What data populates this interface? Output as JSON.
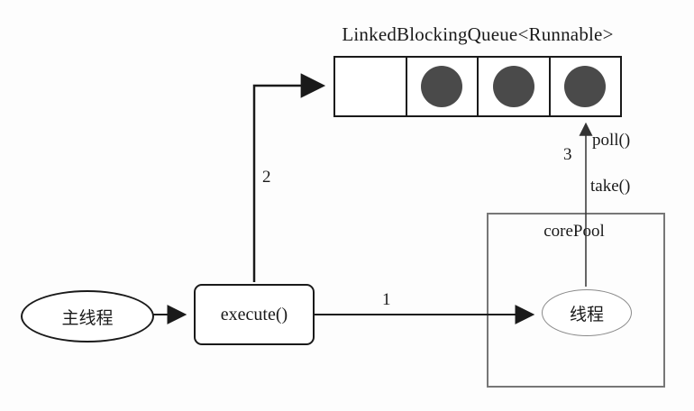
{
  "diagram": {
    "title": "LinkedBlockingQueue<Runnable>",
    "queue": {
      "cells": [
        {
          "filled": false
        },
        {
          "filled": true
        },
        {
          "filled": true
        },
        {
          "filled": true
        }
      ]
    },
    "nodes": {
      "main_thread_label": "主线程",
      "execute_label": "execute()",
      "core_pool_label": "corePool",
      "thread_label": "线程"
    },
    "arrow_labels": {
      "step1": "1",
      "step2": "2",
      "step3": "3",
      "poll": "poll()",
      "take": "take()"
    },
    "colors": {
      "line": "#1a1a1a",
      "circle_fill": "#4a4a4a",
      "core_pool_border": "#777777"
    }
  }
}
